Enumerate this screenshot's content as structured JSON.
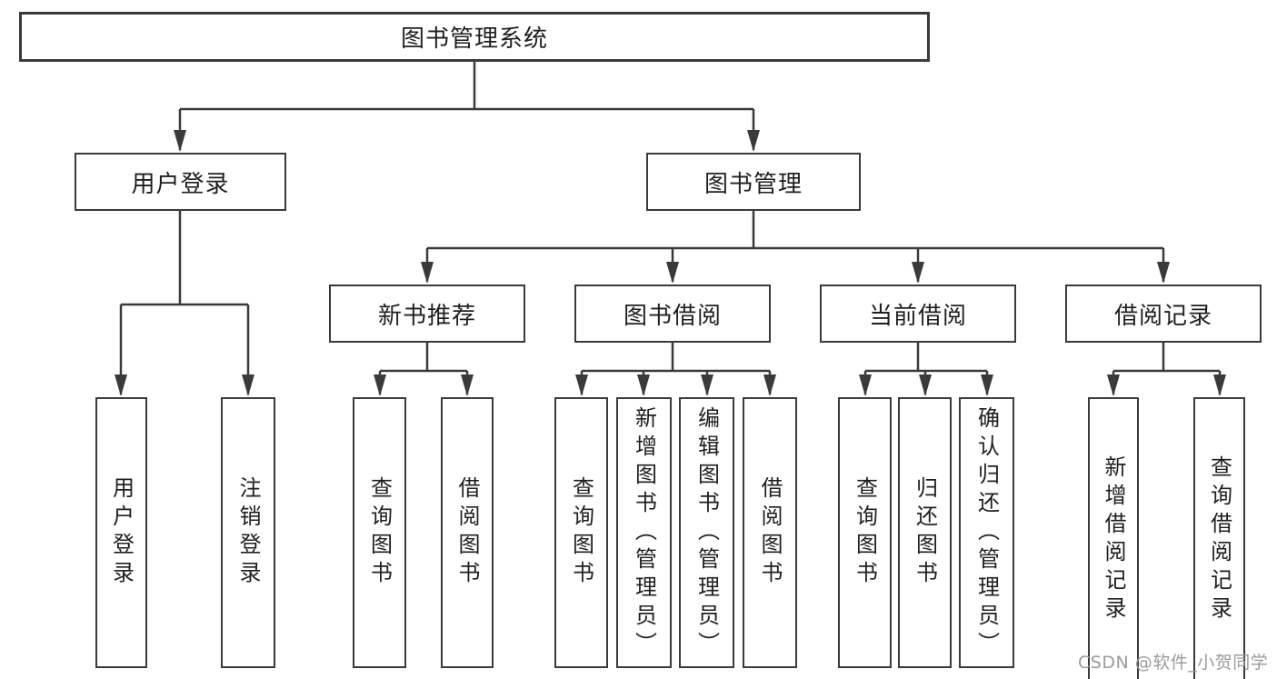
{
  "diagram": {
    "title_node": {
      "label": "图书管理系统"
    },
    "level2": [
      {
        "label": "用户登录"
      },
      {
        "label": "图书管理"
      }
    ],
    "level3": [
      {
        "label": "新书推荐"
      },
      {
        "label": "图书借阅"
      },
      {
        "label": "当前借阅"
      },
      {
        "label": "借阅记录"
      }
    ],
    "leaves": [
      {
        "label": "用户登录",
        "parent": "用户登录"
      },
      {
        "label": "注销登录",
        "parent": "用户登录"
      },
      {
        "label": "查询图书",
        "parent": "新书推荐"
      },
      {
        "label": "借阅图书",
        "parent": "新书推荐"
      },
      {
        "label": "查询图书",
        "parent": "图书借阅"
      },
      {
        "label": "新增图书（管理员）",
        "parent": "图书借阅"
      },
      {
        "label": "编辑图书（管理员）",
        "parent": "图书借阅"
      },
      {
        "label": "借阅图书",
        "parent": "图书借阅"
      },
      {
        "label": "查询图书",
        "parent": "当前借阅"
      },
      {
        "label": "归还图书",
        "parent": "当前借阅"
      },
      {
        "label": "确认归还（管理员）",
        "parent": "当前借阅"
      },
      {
        "label": "新增借阅记录",
        "parent": "借阅记录"
      },
      {
        "label": "查询借阅记录",
        "parent": "借阅记录"
      }
    ]
  },
  "watermark": {
    "text": "CSDN @软件_小贺同学"
  },
  "colors": {
    "line": "#3a3a3a",
    "text": "#1f1f1f",
    "box_background": "#ffffff",
    "watermark": "#9b9b9b",
    "page_background": "#ffffff"
  }
}
